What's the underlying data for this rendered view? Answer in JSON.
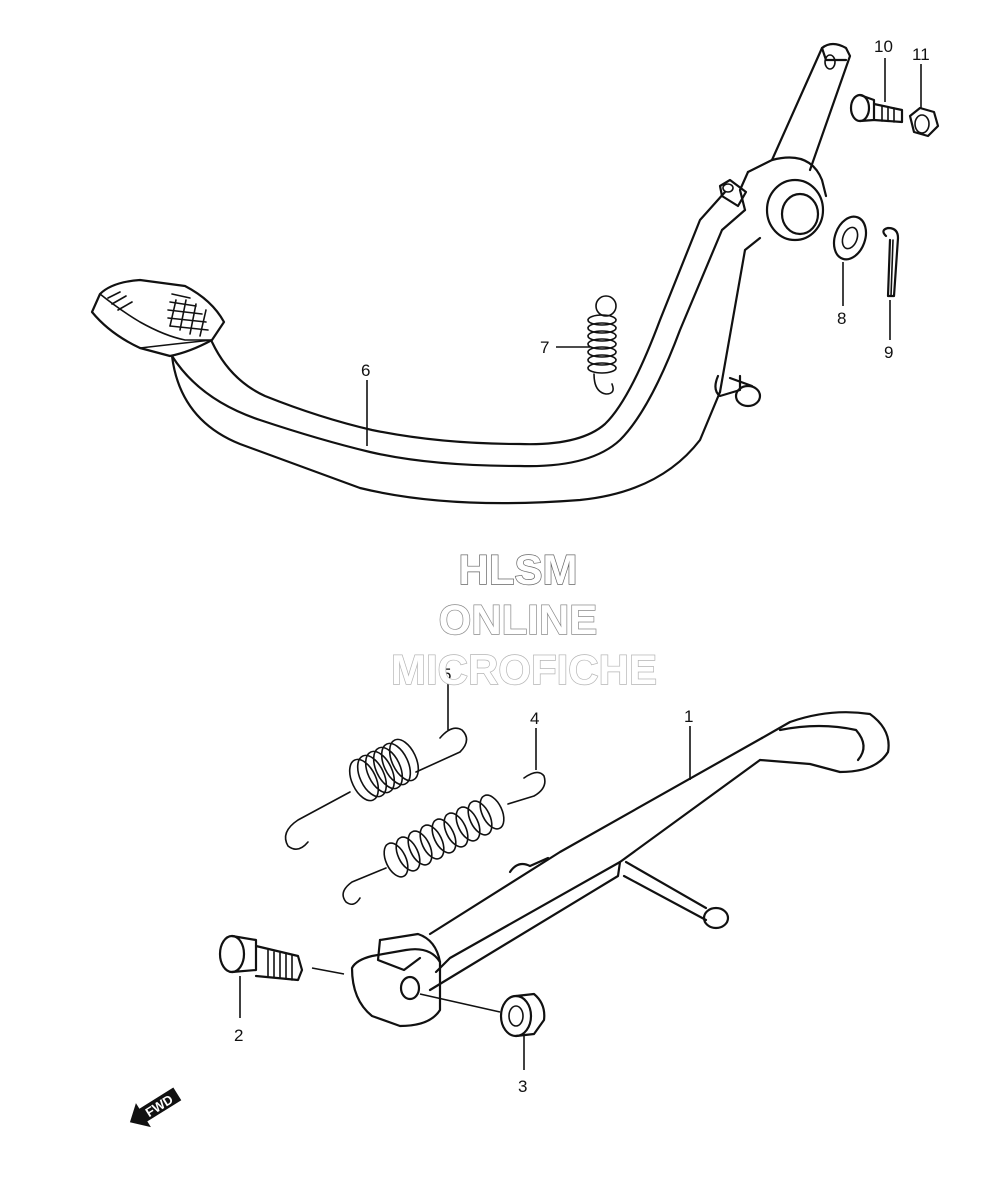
{
  "watermark": {
    "line1": "HLSM",
    "line2": "ONLINE",
    "line3": "MICROFICHE"
  },
  "fwd_arrow": {
    "label": "FWD"
  },
  "callouts": {
    "c1": "1",
    "c2": "2",
    "c3": "3",
    "c4": "4",
    "c5": "5",
    "c6": "6",
    "c7": "7",
    "c8": "8",
    "c9": "9",
    "c10": "10",
    "c11": "11"
  }
}
